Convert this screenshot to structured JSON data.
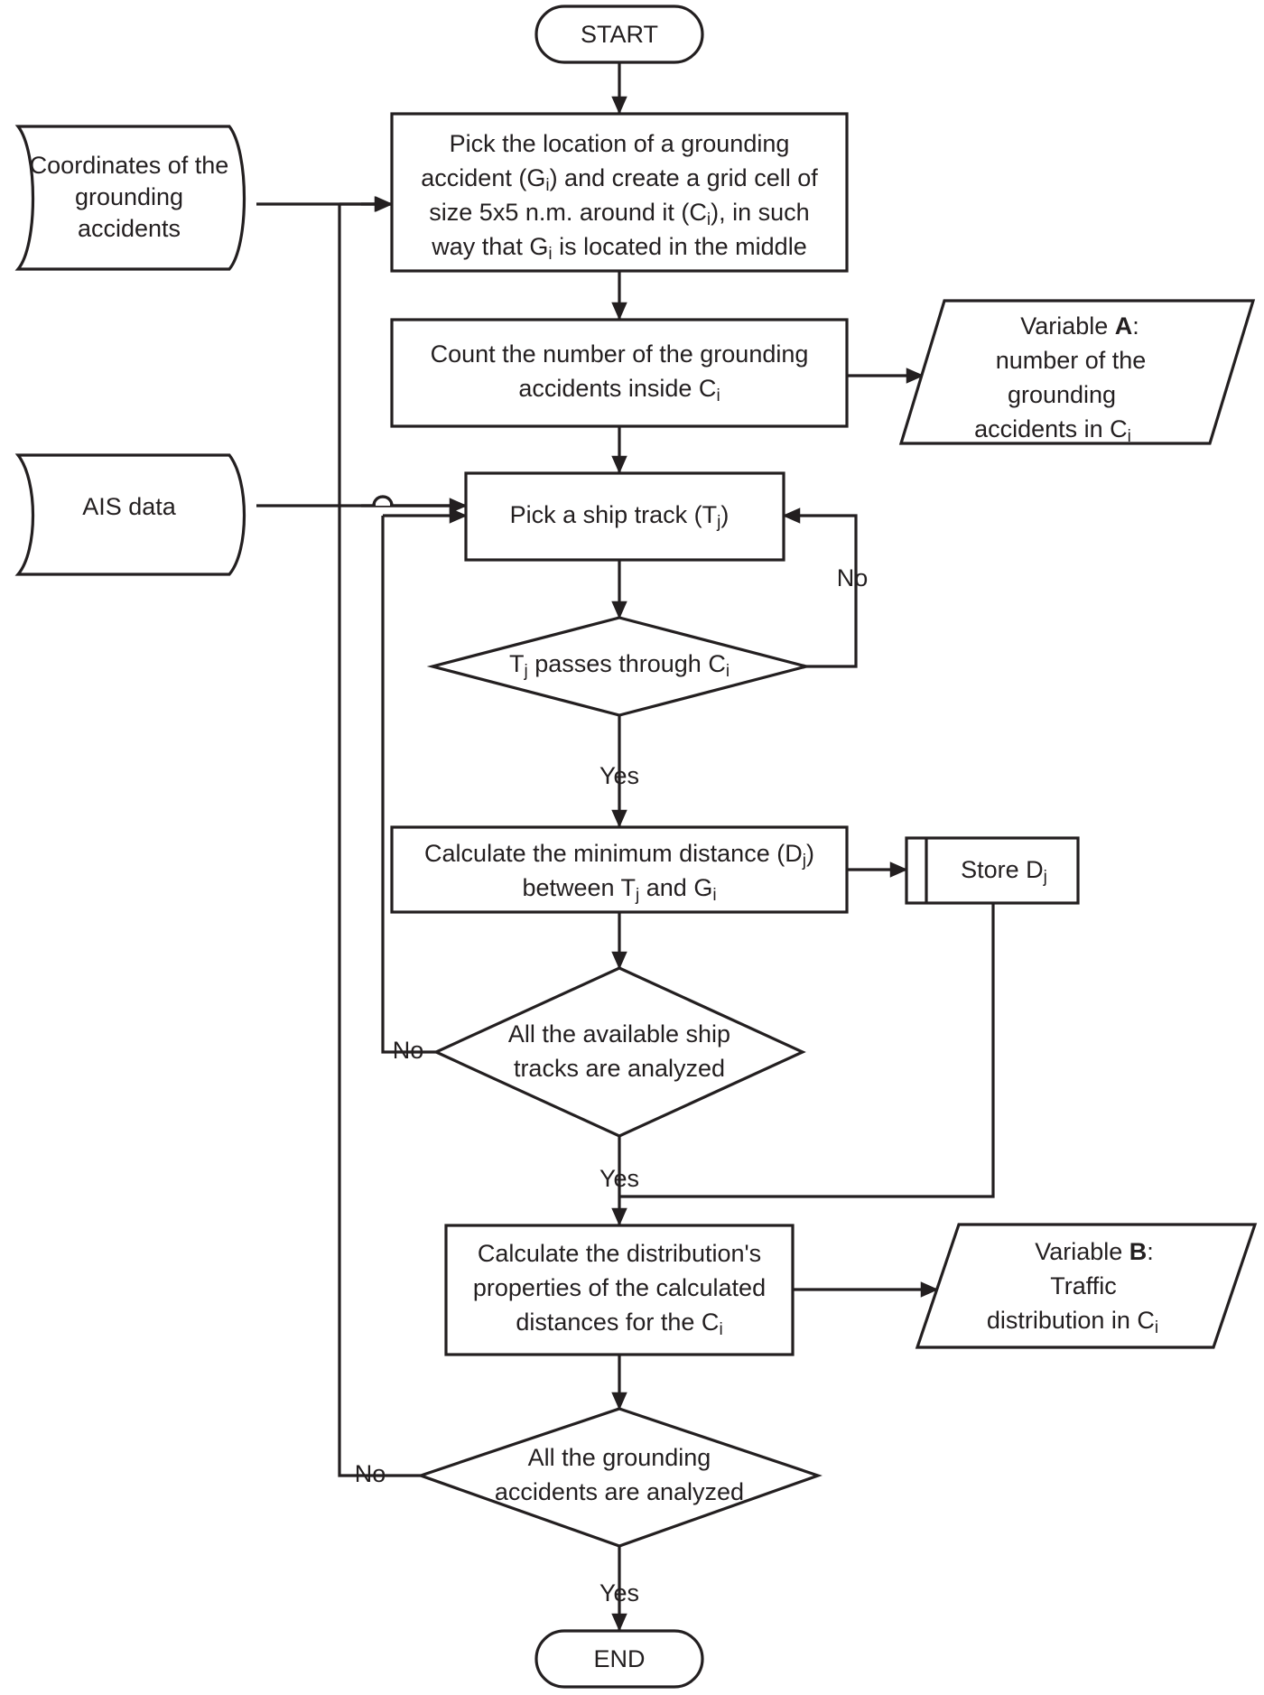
{
  "diagram": {
    "title": "Grounding accident / AIS traffic analysis flowchart",
    "type": "flowchart",
    "stroke_color": "#231f20",
    "fill_color": "#ffffff"
  },
  "nodes": {
    "start": {
      "label": "START",
      "shape": "terminator"
    },
    "end": {
      "label": "END",
      "shape": "terminator"
    },
    "pick_accident": {
      "shape": "process",
      "lines": [
        {
          "pre": "Pick the location of a grounding"
        },
        {
          "pre": "accident (G",
          "sub": "i",
          "post": ") and create a grid cell of"
        },
        {
          "pre": "size 5x5 n.m. around it (C",
          "sub": "i",
          "post": "), in such"
        },
        {
          "pre": "way that G",
          "sub": "i",
          "post": " is located in the middle"
        }
      ]
    },
    "count_accidents": {
      "shape": "process",
      "lines": [
        {
          "pre": "Count the number of the grounding"
        },
        {
          "pre": "accidents inside C",
          "sub": "i",
          "post": ""
        }
      ]
    },
    "pick_track": {
      "shape": "process",
      "lines": [
        {
          "pre": "Pick a ship track (T",
          "sub": "j",
          "post": ")"
        }
      ]
    },
    "passes_through": {
      "shape": "decision",
      "lines": [
        {
          "pre": "T",
          "sub": "j",
          "post": " passes through C",
          "sub2": "i"
        }
      ]
    },
    "calc_min_distance": {
      "shape": "process",
      "lines": [
        {
          "pre": "Calculate the minimum distance (D",
          "sub": "j",
          "post": ")"
        },
        {
          "pre": "between T",
          "sub": "j",
          "post": " and G",
          "sub2": "i"
        }
      ]
    },
    "store_dj": {
      "shape": "internal-storage",
      "lines": [
        {
          "pre": "Store D",
          "sub": "j",
          "post": ""
        }
      ]
    },
    "all_tracks": {
      "shape": "decision",
      "lines": [
        {
          "pre": "All the available ship"
        },
        {
          "pre": "tracks are analyzed"
        }
      ]
    },
    "calc_distribution": {
      "shape": "process",
      "lines": [
        {
          "pre": "Calculate the distribution's"
        },
        {
          "pre": "properties of the calculated"
        },
        {
          "pre": "distances for the C",
          "sub": "i",
          "post": ""
        }
      ]
    },
    "all_accidents": {
      "shape": "decision",
      "lines": [
        {
          "pre": "All the grounding"
        },
        {
          "pre": "accidents are analyzed"
        }
      ]
    },
    "coords_data": {
      "shape": "data-document",
      "lines": [
        {
          "pre": "Coordinates of the"
        },
        {
          "pre": "grounding"
        },
        {
          "pre": "accidents"
        }
      ]
    },
    "ais_data": {
      "shape": "data-document",
      "lines": [
        {
          "pre": "AIS data"
        }
      ]
    },
    "variable_a": {
      "shape": "parallelogram",
      "lines": [
        {
          "pre": "Variable ",
          "bold": "A",
          "post": ":"
        },
        {
          "pre": "number of the"
        },
        {
          "pre": "grounding"
        },
        {
          "pre": "accidents in C",
          "sub": "i",
          "post": ""
        }
      ]
    },
    "variable_b": {
      "shape": "parallelogram",
      "lines": [
        {
          "pre": "Variable ",
          "bold": "B",
          "post": ":"
        },
        {
          "pre": "Traffic"
        },
        {
          "pre": "distribution in C",
          "sub": "i",
          "post": ""
        }
      ]
    }
  },
  "edge_labels": {
    "no_track": "No",
    "yes_passes": "Yes",
    "no_tracks_analyzed": "No",
    "yes_tracks_analyzed": "Yes",
    "no_accidents_analyzed": "No",
    "yes_accidents_analyzed": "Yes"
  }
}
